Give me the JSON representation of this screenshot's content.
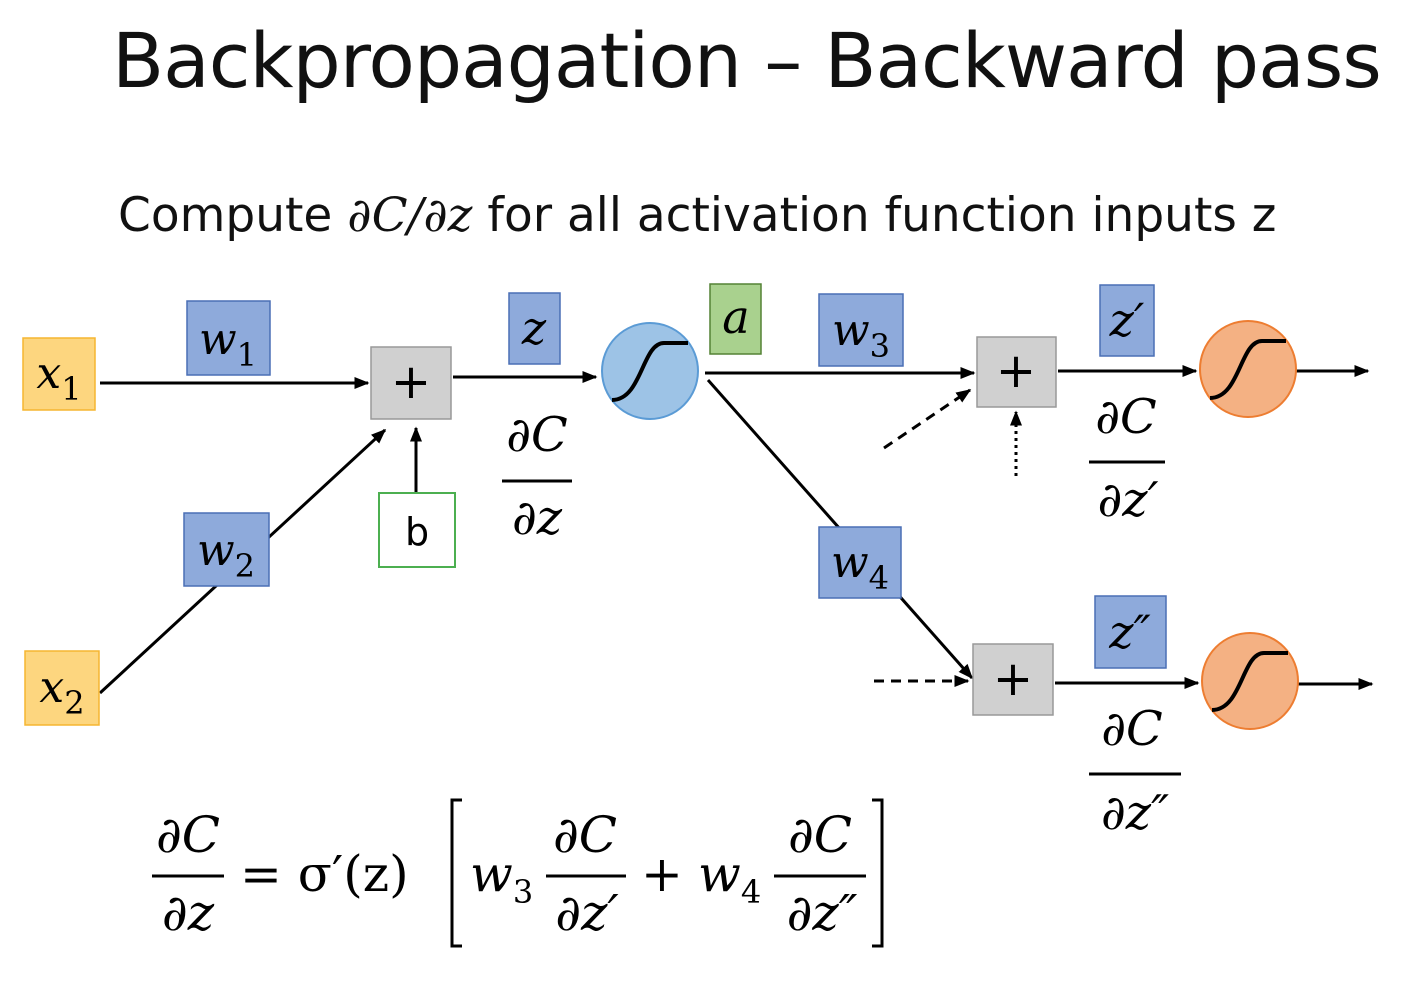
{
  "title": "Backpropagation – Backward pass",
  "subtitle": {
    "prefix": "Compute",
    "expression": "∂C/∂z",
    "suffix": "for all activation function inputs z"
  },
  "nodes": {
    "x1": {
      "base": "x",
      "sub": "1"
    },
    "x2": {
      "base": "x",
      "sub": "2"
    },
    "w1": {
      "base": "w",
      "sub": "1"
    },
    "w2": {
      "base": "w",
      "sub": "2"
    },
    "w3": {
      "base": "w",
      "sub": "3"
    },
    "w4": {
      "base": "w",
      "sub": "4"
    },
    "b": "b",
    "z": "z",
    "a": "a",
    "z_prime": "z′",
    "z_double_prime": "z″",
    "plus": "+"
  },
  "derivatives": {
    "numerator": "∂C",
    "dz": "∂z",
    "dz_prime": "∂z′",
    "dz_double_prime": "∂z″"
  },
  "equation": {
    "lhs_num": "∂C",
    "lhs_den": "∂z",
    "equals_sigma": "= σ′(z)",
    "w3": "w",
    "w3_sub": "3",
    "plus": "+",
    "w4": "w",
    "w4_sub": "4",
    "frac1_num": "∂C",
    "frac1_den": "∂z′",
    "frac2_num": "∂C",
    "frac2_den": "∂z″"
  },
  "colors": {
    "input": "#fdd67f",
    "weight": "#8eaadb",
    "bias_border": "#4caf50",
    "activation_out": "#a9d18e",
    "sigmoid_blue": "#9dc3e6",
    "sigmoid_orange": "#f4b183",
    "sum_box": "#d0d0d0"
  }
}
